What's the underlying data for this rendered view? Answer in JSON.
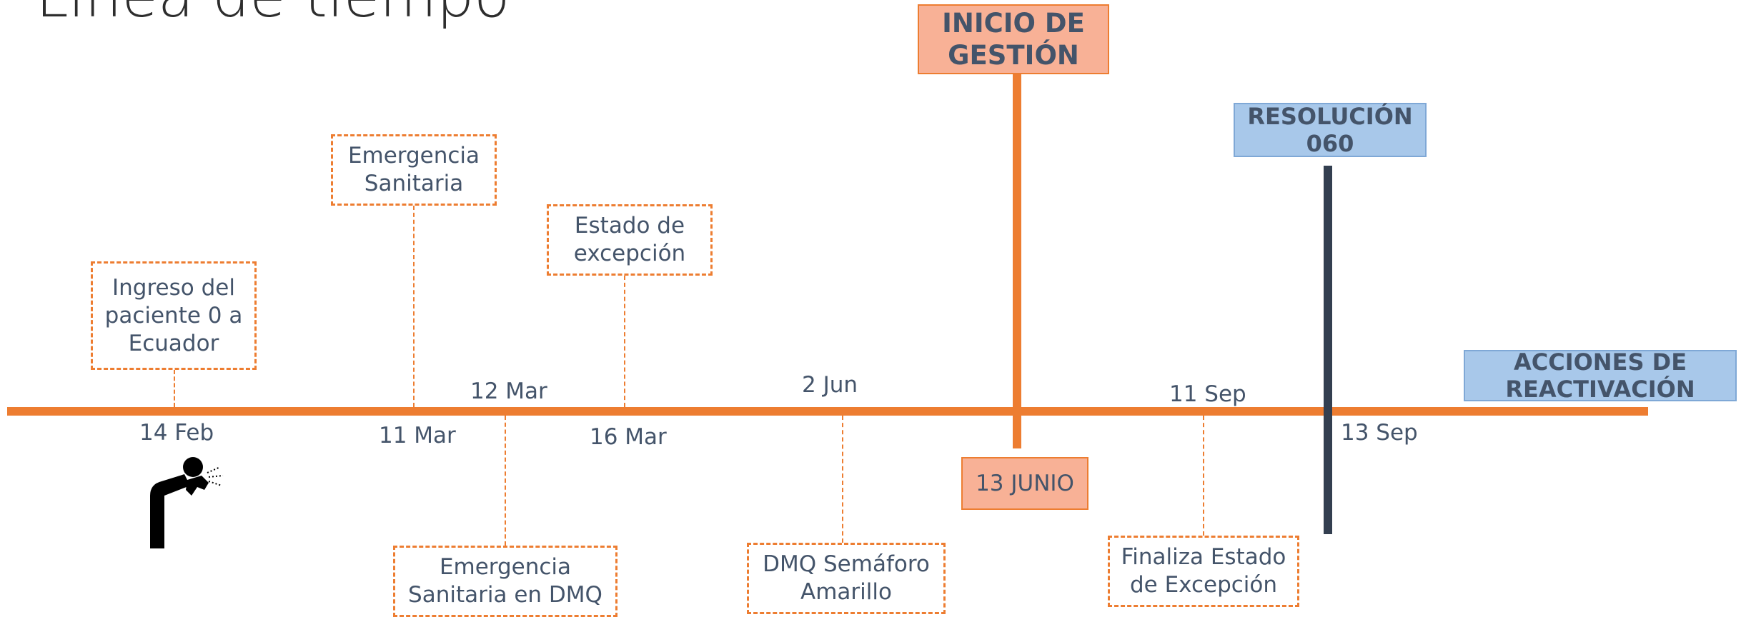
{
  "title": "Línea de tiempo",
  "events": {
    "e1": {
      "label": "Ingreso del paciente 0 a Ecuador",
      "date": "14 Feb"
    },
    "e2": {
      "label": "Emergencia Sanitaria",
      "date": "11 Mar"
    },
    "e3": {
      "label": "Emergencia Sanitaria en DMQ",
      "date": "12 Mar"
    },
    "e4": {
      "label": "Estado de excepción",
      "date": "16 Mar"
    },
    "e5": {
      "label": "DMQ Semáforo Amarillo",
      "date": "2 Jun"
    },
    "e6": {
      "label": "Finaliza Estado de Excepción",
      "date": "11 Sep"
    }
  },
  "milestones": {
    "inicio": {
      "label": "INICIO DE GESTIÓN",
      "date": "13 JUNIO"
    },
    "resolucion": {
      "label": "RESOLUCIÓN 060",
      "date": "13 Sep"
    },
    "acciones": {
      "label": "ACCIONES DE REACTIVACIÓN"
    }
  },
  "colors": {
    "axis": "#ed7d31",
    "milestone_orange": "#f8b196",
    "milestone_blue": "#a8c8ea",
    "text": "#44546a",
    "resolution_line": "#333f50"
  },
  "icons": {
    "patient": "person-coughing-icon"
  }
}
